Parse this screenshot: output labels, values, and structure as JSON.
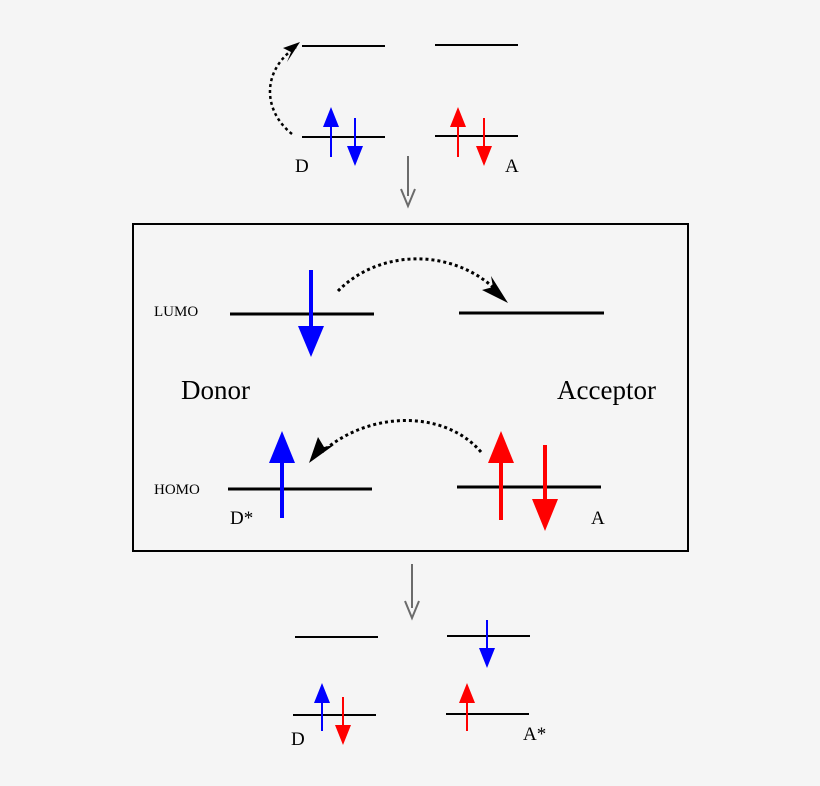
{
  "colors": {
    "background": "#f5f5f5",
    "line": "#000000",
    "spin_up_donor": "#0000ff",
    "spin_electron_blue": "#0000ff",
    "spin_electron_red": "#ff0000",
    "flow_arrow": "#6b6b6b"
  },
  "top": {
    "donor_label": "D",
    "acceptor_label": "A"
  },
  "middle": {
    "lumo_label": "LUMO",
    "homo_label": "HOMO",
    "donor_title": "Donor",
    "acceptor_title": "Acceptor",
    "donor_state_label": "D*",
    "acceptor_state_label": "A"
  },
  "bottom": {
    "donor_label": "D",
    "acceptor_label": "A*"
  },
  "icons": {
    "excitation_arrow": "curved-dotted-arrow-icon",
    "transfer_arrow": "curved-dotted-arrow-icon",
    "flow_arrow": "down-arrow-icon"
  }
}
